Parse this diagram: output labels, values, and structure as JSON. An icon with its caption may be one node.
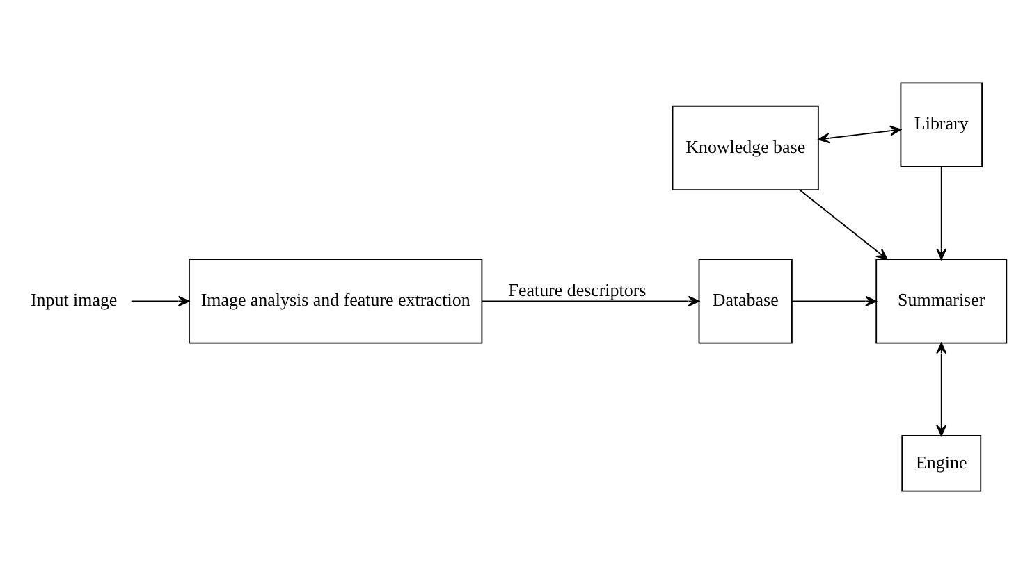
{
  "diagram": {
    "nodes": [
      {
        "text": [
          "Knowledge base"
        ]
      },
      {
        "text": [
          "Library"
        ]
      },
      {
        "text": [
          "Input image"
        ]
      },
      {
        "text": [
          "Image analysis and feature extraction"
        ]
      },
      {
        "text": [
          "Database"
        ]
      },
      {
        "text": [
          "Summariser"
        ]
      },
      {
        "text": [
          "Engine"
        ]
      }
    ],
    "edges": [
      {
        "from": 0,
        "to": 1,
        "arrow": "both"
      },
      {
        "from": 0,
        "to": 5,
        "arrow": "to"
      },
      {
        "from": 1,
        "to": 5,
        "arrow": "to"
      },
      {
        "from": 2,
        "to": 3,
        "arrow": "to"
      },
      {
        "from": 3,
        "to": 4,
        "arrow": "to",
        "label": "Feature descriptors"
      },
      {
        "from": 4,
        "to": 5,
        "arrow": "to"
      },
      {
        "from": 5,
        "to": 6,
        "arrow": "both"
      }
    ]
  }
}
